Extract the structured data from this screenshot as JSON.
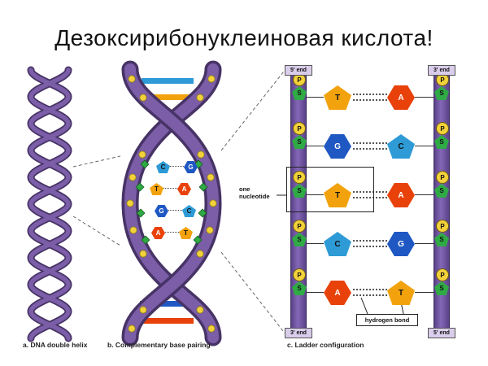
{
  "title": "Дезоксирибонуклеиновая кислота!",
  "captions": {
    "a": "a. DNA double helix",
    "b": "b. Complementary base pairing",
    "c": "c. Ladder configuration"
  },
  "colors": {
    "helix_purple": "#7b5ea7",
    "helix_purple_dark": "#473366",
    "phosphate_yellow": "#f2d13b",
    "sugar_green": "#2faa45",
    "thymine_orange": "#f2a20c",
    "adenine_red": "#e8420a",
    "guanine_blue": "#1f57c3",
    "cytosine_blue": "#2e9bd6"
  },
  "ladder": {
    "left_strand": {
      "top_label": "5' end",
      "bottom_label": "3' end"
    },
    "right_strand": {
      "top_label": "3' end",
      "bottom_label": "5' end"
    },
    "phosphate_label": "P",
    "sugar_label": "S",
    "rows": [
      {
        "left_base": "T",
        "right_base": "A"
      },
      {
        "left_base": "G",
        "right_base": "C"
      },
      {
        "left_base": "T",
        "right_base": "A"
      },
      {
        "left_base": "C",
        "right_base": "G"
      },
      {
        "left_base": "A",
        "right_base": "T"
      }
    ],
    "annotations": {
      "one_nucleotide": "one nucleotide",
      "hydrogen_bond": "hydrogen bond"
    }
  },
  "helix_b": {
    "pairs": [
      {
        "l": "C",
        "r": "G"
      },
      {
        "l": "T",
        "r": "A"
      },
      {
        "l": "G",
        "r": "C"
      },
      {
        "l": "A",
        "r": "T"
      }
    ]
  }
}
